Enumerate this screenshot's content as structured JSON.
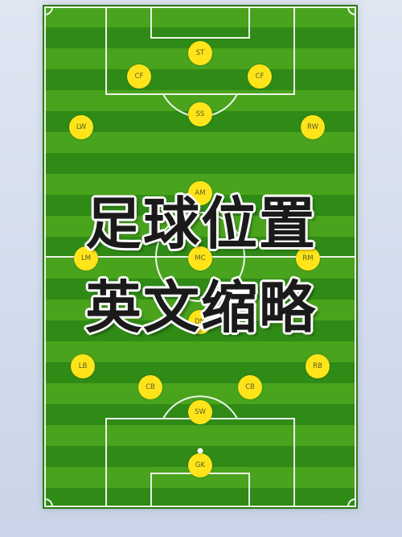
{
  "title": {
    "line1": "足球位置",
    "line2": "英文缩略"
  },
  "colors": {
    "grass_light": "#49a31c",
    "grass_dark": "#2f8a16",
    "player": "#ffe419",
    "lines": "#ffffff"
  },
  "players": {
    "st": "ST",
    "cf_left": "CF",
    "cf_right": "CF",
    "ss": "SS",
    "lw": "LW",
    "rw": "RW",
    "am": "AM",
    "lm": "LM",
    "mc": "MC",
    "rm": "RM",
    "dm": "DM",
    "lb": "LB",
    "rb": "RB",
    "cb_left": "CB",
    "cb_right": "CB",
    "sw": "SW",
    "gk": "GK"
  }
}
